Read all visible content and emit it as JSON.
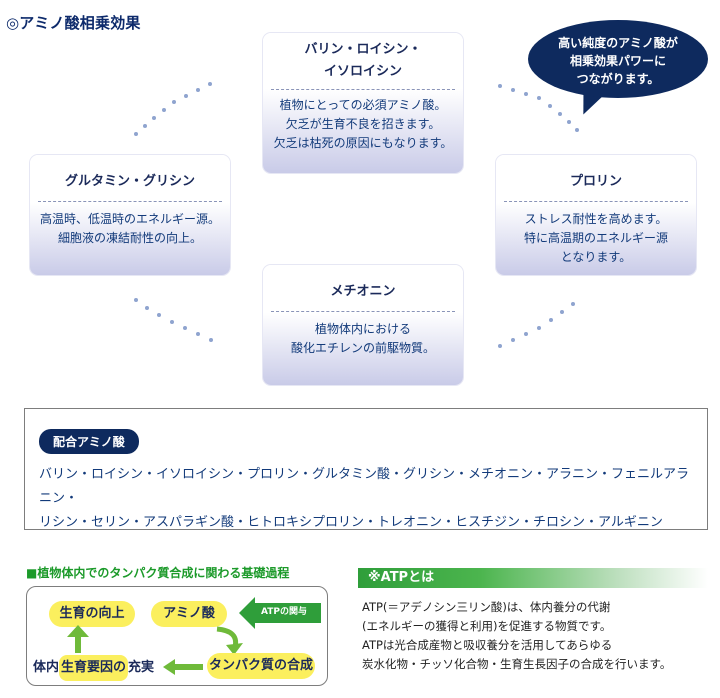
{
  "title": "◎アミノ酸相乗効果",
  "cards": {
    "valine": {
      "title_line1": "バリン・ロイシン・",
      "title_line2": "イソロイシン",
      "body": [
        "植物にとっての必須アミノ酸。",
        "欠乏が生育不良を招きます。",
        "欠乏は枯死の原因にもなります。"
      ]
    },
    "glutamine": {
      "title": "グルタミン・グリシン",
      "body": [
        "高温時、低温時のエネルギー源。",
        "細胞液の凍結耐性の向上。"
      ]
    },
    "proline": {
      "title": "プロリン",
      "body": [
        "ストレス耐性を高めます。",
        "特に高温期のエネルギー源",
        "となります。"
      ]
    },
    "methionine": {
      "title": "メチオニン",
      "body": [
        "植物体内における",
        "酸化エチレンの前駆物質。"
      ]
    }
  },
  "bubble": {
    "lines": [
      "高い純度のアミノ酸が",
      "相乗効果パワーに",
      "つながります。"
    ]
  },
  "blend": {
    "label": "配合アミノ酸",
    "line1": "バリン・ロイシン・イソロイシン・プロリン・グルタミン酸・グリシン・メチオニン・アラニン・フェニルアラニン・",
    "line2": "リシン・セリン・アスパラギン酸・ヒトロキシプロリン・トレオニン・ヒスチジン・チロシン・アルギニン"
  },
  "process": {
    "title": "■植物体内でのタンパク質合成に関わる基礎過程",
    "growth": "生育の向上",
    "amino": "アミノ酸",
    "atp_badge": "ATPの関与",
    "protein": "タンパク質の合成",
    "factors_prefix": "体内",
    "factors_highlight": "生育要因の",
    "factors_suffix": "充実"
  },
  "atp": {
    "heading": "※ATPとは",
    "lines": [
      "ATP(＝アデノシン三リン酸)は、体内養分の代謝",
      "(エネルギーの獲得と利用)を促進する物質です。",
      "ATPは光合成産物と吸収養分を活用してあらゆる",
      "炭水化物・チッソ化合物・生育生長因子の合成を行います。"
    ]
  },
  "colors": {
    "navy": "#0e2a5e",
    "green": "#1c9a2a",
    "yellow": "#fbef5e"
  }
}
